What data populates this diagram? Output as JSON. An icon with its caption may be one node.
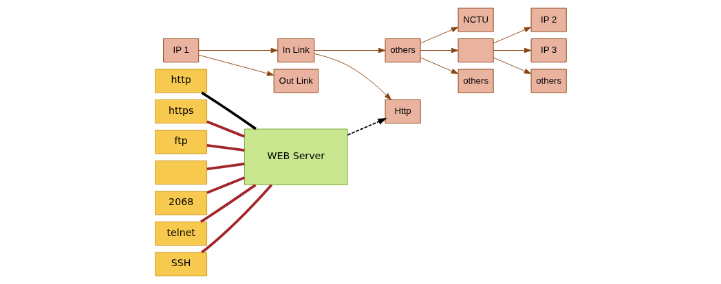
{
  "diagram": {
    "nodes": [
      {
        "text": [
          "http"
        ]
      },
      {
        "text": [
          "https"
        ]
      },
      {
        "text": [
          "ftp"
        ]
      },
      {
        "text": [],
        "shape": "box"
      },
      {
        "text": [
          "2068"
        ]
      },
      {
        "text": [
          "telnet"
        ]
      },
      {
        "text": [
          "SSH"
        ]
      },
      {
        "text": [
          "WEB Server"
        ]
      },
      {
        "text": [
          "IP 1"
        ]
      },
      {
        "text": [
          "In Link"
        ]
      },
      {
        "text": [
          "Out Link"
        ]
      },
      {
        "text": [
          "Http"
        ]
      },
      {
        "text": [
          "others"
        ]
      },
      {
        "text": [
          "NCTU"
        ]
      },
      {
        "text": [],
        "shape": "box"
      },
      {
        "text": [
          "others"
        ]
      },
      {
        "text": [
          "IP 2"
        ]
      },
      {
        "text": [
          "IP 3"
        ]
      },
      {
        "text": [
          "others"
        ]
      }
    ],
    "edges": [
      {
        "from": 0,
        "to": 7,
        "arrow": "none",
        "style": "thick",
        "color": "#000000"
      },
      {
        "from": 1,
        "to": 7,
        "arrow": "none",
        "style": "thick",
        "color": "#a3262b"
      },
      {
        "from": 2,
        "to": 7,
        "arrow": "none",
        "style": "thick",
        "color": "#a3262b"
      },
      {
        "from": 3,
        "to": 7,
        "arrow": "none",
        "style": "thick",
        "color": "#a3262b"
      },
      {
        "from": 4,
        "to": 7,
        "arrow": "none",
        "style": "thick",
        "color": "#a3262b"
      },
      {
        "from": 5,
        "to": 7,
        "arrow": "none",
        "style": "thick",
        "color": "#a3262b"
      },
      {
        "from": 6,
        "to": 7,
        "arrow": "none",
        "style": "thick",
        "color": "#a3262b"
      },
      {
        "from": 7,
        "to": 11,
        "arrow": "to",
        "style": "dashed",
        "color": "#000000"
      },
      {
        "from": 8,
        "to": 9,
        "arrow": "to",
        "color": "#8b4513"
      },
      {
        "from": 8,
        "to": 10,
        "arrow": "to",
        "color": "#8b4513"
      },
      {
        "from": 9,
        "to": 11,
        "arrow": "to",
        "color": "#8b4513"
      },
      {
        "from": 9,
        "to": 12,
        "arrow": "to",
        "color": "#8b4513"
      },
      {
        "from": 12,
        "to": 13,
        "arrow": "to",
        "color": "#8b4513"
      },
      {
        "from": 12,
        "to": 14,
        "arrow": "to",
        "color": "#8b4513"
      },
      {
        "from": 12,
        "to": 15,
        "arrow": "to",
        "color": "#8b4513"
      },
      {
        "from": 14,
        "to": 16,
        "arrow": "to",
        "color": "#8b4513"
      },
      {
        "from": 14,
        "to": 17,
        "arrow": "to",
        "color": "#8b4513"
      },
      {
        "from": 14,
        "to": 18,
        "arrow": "to",
        "color": "#8b4513"
      }
    ]
  }
}
